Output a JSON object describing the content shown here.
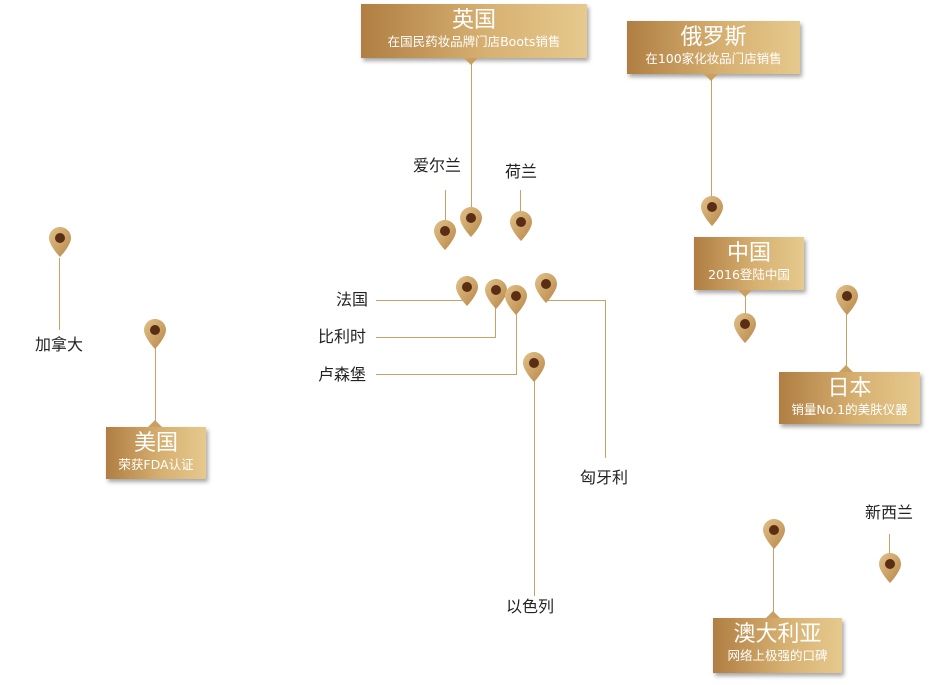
{
  "cards": {
    "uk": {
      "title": "英国",
      "sub": "在国民药妆品牌门店Boots销售"
    },
    "russia": {
      "title": "俄罗斯",
      "sub": "在100家化妆品门店销售"
    },
    "china": {
      "title": "中国",
      "sub": "2016登陆中国"
    },
    "japan": {
      "title": "日本",
      "sub": "销量No.1的美肤仪器"
    },
    "usa": {
      "title": "美国",
      "sub": "荣获FDA认证"
    },
    "australia": {
      "title": "澳大利亚",
      "sub": "网络上极强的口碑"
    }
  },
  "labels": {
    "ireland": "爱尔兰",
    "netherlands": "荷兰",
    "canada": "加拿大",
    "france": "法国",
    "belgium": "比利时",
    "luxembourg": "卢森堡",
    "hungary": "匈牙利",
    "israel": "以色列",
    "new_zealand": "新西兰"
  },
  "colors": {
    "gold_dark": "#b07e42",
    "gold_light": "#e6c98d",
    "pin_dot": "#5a2e14",
    "line": "#c7a06a"
  },
  "icons": {
    "pin": "map-pin-icon"
  }
}
